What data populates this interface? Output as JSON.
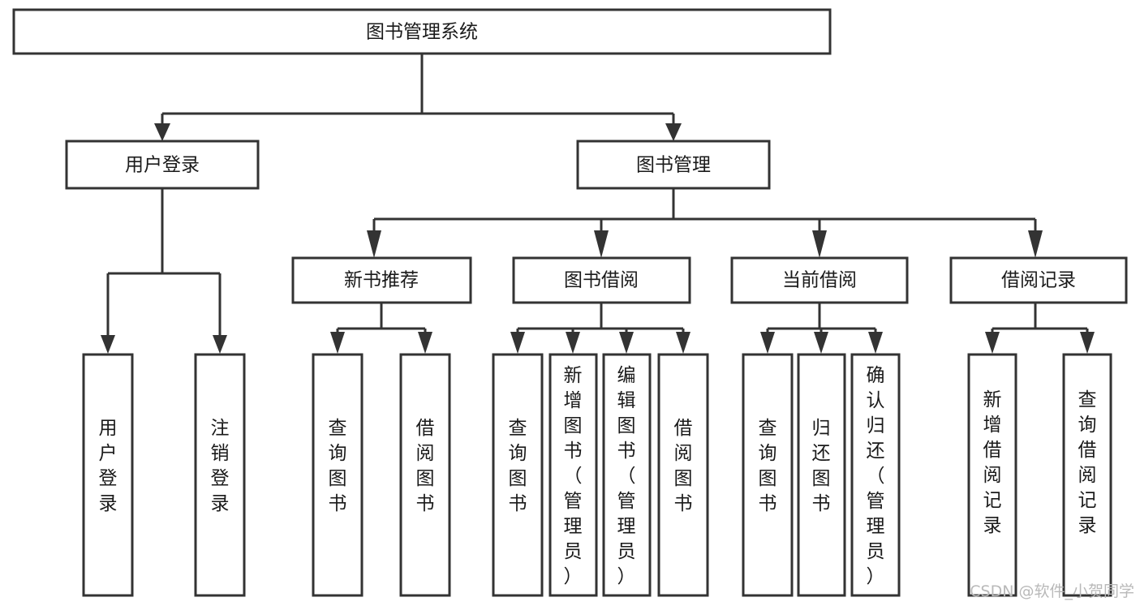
{
  "diagram": {
    "type": "tree-hierarchy",
    "title": "图书管理系统",
    "levels": 4,
    "root": {
      "id": "root",
      "label": "图书管理系统",
      "orientation": "horizontal"
    },
    "level2": [
      {
        "id": "user-login",
        "label": "用户登录",
        "orientation": "horizontal"
      },
      {
        "id": "book-management",
        "label": "图书管理",
        "orientation": "horizontal"
      }
    ],
    "level3": [
      {
        "id": "new-book-recommend",
        "label": "新书推荐",
        "orientation": "horizontal",
        "parent": "book-management"
      },
      {
        "id": "book-borrow",
        "label": "图书借阅",
        "orientation": "horizontal",
        "parent": "book-management"
      },
      {
        "id": "current-borrow",
        "label": "当前借阅",
        "orientation": "horizontal",
        "parent": "book-management"
      },
      {
        "id": "borrow-record",
        "label": "借阅记录",
        "orientation": "horizontal",
        "parent": "book-management"
      }
    ],
    "leaves": [
      {
        "id": "leaf-user-login",
        "label": "用户登录",
        "orientation": "vertical",
        "parent": "user-login"
      },
      {
        "id": "leaf-logout-login",
        "label": "注销登录",
        "orientation": "vertical",
        "parent": "user-login"
      },
      {
        "id": "leaf-query-book-1",
        "label": "查询图书",
        "orientation": "vertical",
        "parent": "new-book-recommend"
      },
      {
        "id": "leaf-borrow-book-1",
        "label": "借阅图书",
        "orientation": "vertical",
        "parent": "new-book-recommend"
      },
      {
        "id": "leaf-query-book-2",
        "label": "查询图书",
        "orientation": "vertical",
        "parent": "book-borrow"
      },
      {
        "id": "leaf-add-book-admin",
        "label": "新增图书（管理员）",
        "orientation": "vertical",
        "parent": "book-borrow"
      },
      {
        "id": "leaf-edit-book-admin",
        "label": "编辑图书（管理员）",
        "orientation": "vertical",
        "parent": "book-borrow"
      },
      {
        "id": "leaf-borrow-book-2",
        "label": "借阅图书",
        "orientation": "vertical",
        "parent": "book-borrow"
      },
      {
        "id": "leaf-query-book-3",
        "label": "查询图书",
        "orientation": "vertical",
        "parent": "current-borrow"
      },
      {
        "id": "leaf-return-book",
        "label": "归还图书",
        "orientation": "vertical",
        "parent": "current-borrow"
      },
      {
        "id": "leaf-confirm-return-admin",
        "label": "确认归还（管理员）",
        "orientation": "vertical",
        "parent": "current-borrow"
      },
      {
        "id": "leaf-add-borrow-record",
        "label": "新增借阅记录",
        "orientation": "vertical",
        "parent": "borrow-record"
      },
      {
        "id": "leaf-query-borrow-record",
        "label": "查询借阅记录",
        "orientation": "vertical",
        "parent": "borrow-record"
      }
    ]
  },
  "watermark": {
    "text": "CSDN @软件_小贺同学"
  },
  "colors": {
    "stroke": "#333333",
    "box_fill": "#ffffff",
    "text": "#1a1a1a",
    "watermark": "#b9b9b9",
    "background": "#ffffff"
  }
}
